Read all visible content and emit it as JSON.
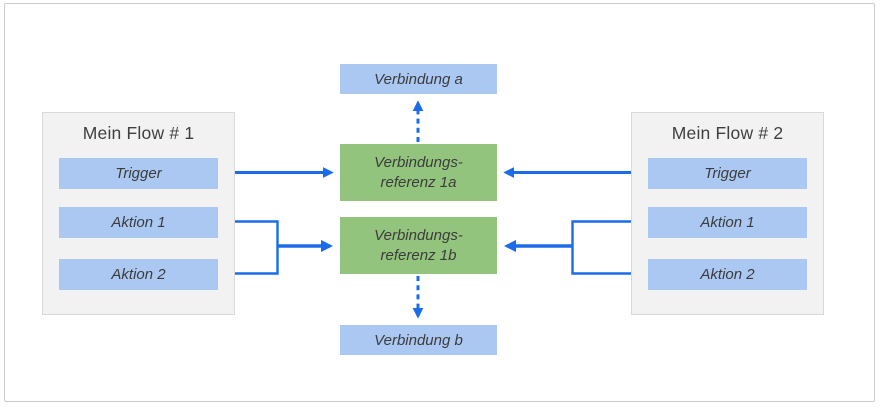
{
  "flows": [
    {
      "title": "Mein Flow # 1",
      "items": [
        {
          "label": "Trigger"
        },
        {
          "label": "Aktion 1"
        },
        {
          "label": "Aktion 2"
        }
      ]
    },
    {
      "title": "Mein Flow # 2",
      "items": [
        {
          "label": "Trigger"
        },
        {
          "label": "Aktion 1"
        },
        {
          "label": "Aktion 2"
        }
      ]
    }
  ],
  "references": [
    {
      "line1": "Verbindungs-",
      "line2": "referenz 1a"
    },
    {
      "line1": "Verbindungs-",
      "line2": "referenz 1b"
    }
  ],
  "connections": [
    {
      "label": "Verbindung a"
    },
    {
      "label": "Verbindung b"
    }
  ],
  "colors": {
    "action_box_blue": "#abc8f3",
    "reference_box_green": "#93c47d",
    "flow_container_bg": "#f2f2f2",
    "flow_container_border": "#d9d9d9",
    "arrow_blue": "#1b6ce8",
    "text": "#3c3c3c",
    "frame_border": "#cbcbcb"
  }
}
